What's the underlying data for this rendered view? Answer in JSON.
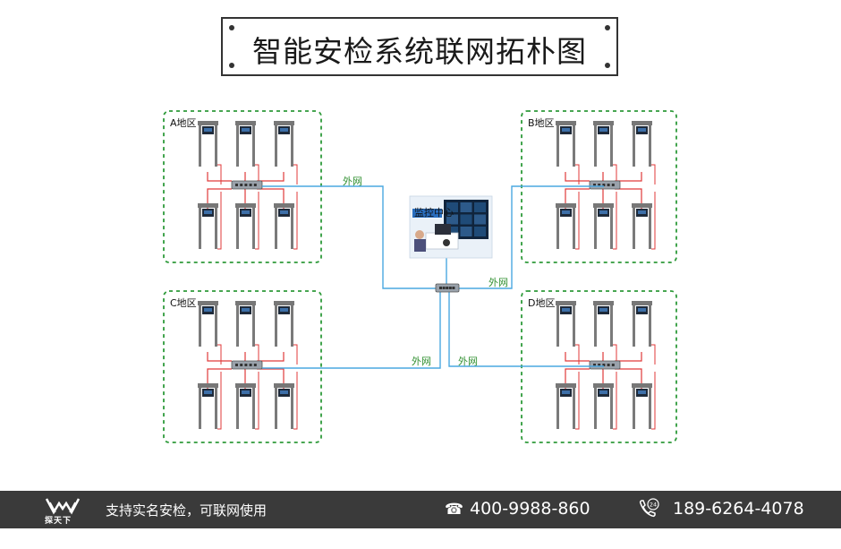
{
  "title": "智能安检系统联网拓朴图",
  "regions": [
    {
      "label": "A地区"
    },
    {
      "label": "B地区"
    },
    {
      "label": "C地区"
    },
    {
      "label": "D地区"
    }
  ],
  "network_label": "外网",
  "monitor_label": "监控中心",
  "colors": {
    "region_border": "#2e9a3a",
    "network_line": "#4aa8e0",
    "power_line": "#e03a3a",
    "footer_bg": "#3a3a3a"
  },
  "footer": {
    "brand": "探天下",
    "slogan": "支持实名安检，可联网使用",
    "phone1": "400-9988-860",
    "phone2": "189-6264-4078",
    "badge": "24"
  }
}
